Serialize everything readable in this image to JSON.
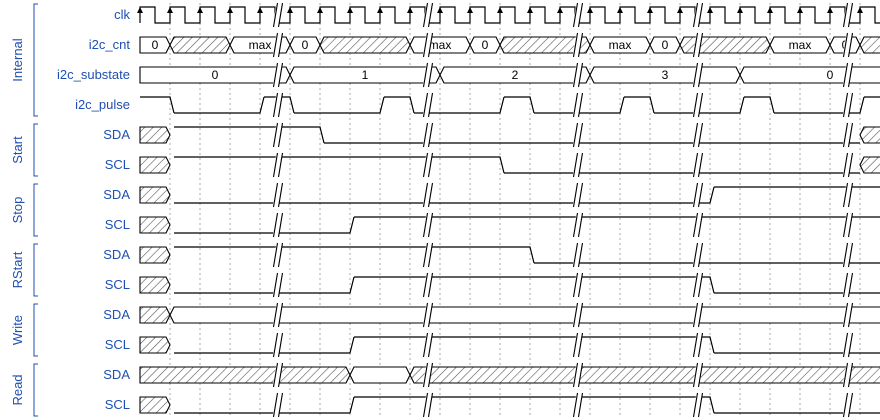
{
  "diagram": {
    "groups": [
      {
        "label": "Internal",
        "signals": [
          {
            "name": "clk",
            "wave": "P.........................",
            "breaks": [
              4,
              9,
              14,
              18,
              23
            ]
          },
          {
            "name": "i2c_cnt",
            "wave": "2x.2.2x..2.2x..2.2x..2.2x.",
            "data": [
              "0",
              "max",
              "0",
              "max",
              "0",
              "max",
              "0",
              "max",
              "0"
            ],
            "breaks": [
              4,
              9,
              14,
              18,
              23
            ]
          },
          {
            "name": "i2c_substate",
            "wave": "2....2....2....2....2.....",
            "data": [
              "0",
              "1",
              "2",
              "3",
              "0"
            ],
            "breaks": [
              4,
              9,
              14,
              18,
              23
            ]
          },
          {
            "name": "i2c_pulse",
            "wave": "10..10..10..10..10..10..10",
            "breaks": [
              4,
              9,
              14,
              18,
              23
            ]
          }
        ]
      },
      {
        "label": "Start",
        "signals": [
          {
            "name": "SDA",
            "wave": "x1....0.................x.",
            "breaks": [
              4,
              9,
              14,
              18,
              23
            ]
          },
          {
            "name": "SCL",
            "wave": "x1..........0...........x.",
            "breaks": [
              4,
              9,
              14,
              18,
              23
            ]
          }
        ]
      },
      {
        "label": "Stop",
        "signals": [
          {
            "name": "SDA",
            "wave": "x0.................1......",
            "breaks": [
              4,
              9,
              14,
              18,
              23
            ]
          },
          {
            "name": "SCL",
            "wave": "x0.....1..................",
            "breaks": [
              4,
              9,
              14,
              18,
              23
            ]
          }
        ]
      },
      {
        "label": "RStart",
        "signals": [
          {
            "name": "SDA",
            "wave": "x1...........0............",
            "breaks": [
              4,
              9,
              14,
              18,
              23
            ]
          },
          {
            "name": "SCL",
            "wave": "x0.....1...........0......",
            "breaks": [
              4,
              9,
              14,
              18,
              23
            ]
          }
        ]
      },
      {
        "label": "Write",
        "signals": [
          {
            "name": "SDA",
            "wave": "x2........................",
            "data": [
              ""
            ],
            "breaks": [
              4,
              9,
              14,
              18,
              23
            ]
          },
          {
            "name": "SCL",
            "wave": "x0.....1...........0......",
            "breaks": [
              4,
              9,
              14,
              18,
              23
            ]
          }
        ]
      },
      {
        "label": "Read",
        "signals": [
          {
            "name": "SDA",
            "wave": "x......2.x................",
            "data": [
              ""
            ],
            "breaks": [
              4,
              9,
              14,
              18,
              23
            ]
          },
          {
            "name": "SCL",
            "wave": "x0.....1...........0......",
            "breaks": [
              4,
              9,
              14,
              18,
              23
            ]
          }
        ]
      }
    ]
  }
}
